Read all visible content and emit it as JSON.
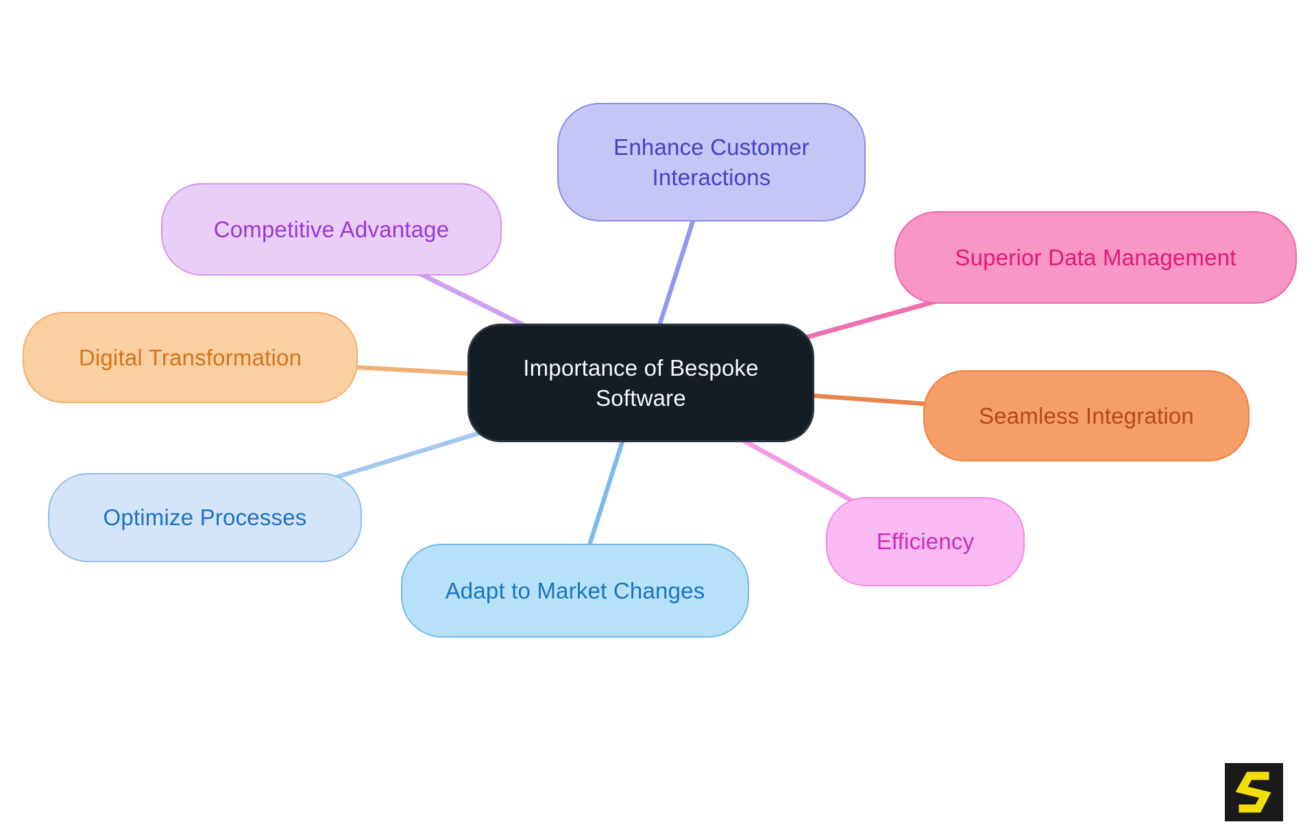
{
  "diagram": {
    "background": "#ffffff",
    "center": {
      "label": "Importance of Bespoke Software",
      "fill": "#141C26",
      "border": "#2B333D",
      "text_color": "#F7FAFC"
    },
    "branches": [
      {
        "label": "Enhance Customer Interactions",
        "fill": "#C5C6F6",
        "border": "#898BEC",
        "text_color": "#4340C8",
        "line_color": "#9496EF"
      },
      {
        "label": "Competitive Advantage",
        "fill": "#E9CFF7",
        "border": "#D293F3",
        "text_color": "#9C36D6",
        "line_color": "#CF9FF2"
      },
      {
        "label": "Digital Transformation",
        "fill": "#FBD0A1",
        "border": "#F4AD67",
        "text_color": "#D4741D",
        "line_color": "#F2B077"
      },
      {
        "label": "Optimize Processes",
        "fill": "#D5E5F9",
        "border": "#93BBEB",
        "text_color": "#1B70C8",
        "line_color": "#A5C8EF"
      },
      {
        "label": "Adapt to Market Changes",
        "fill": "#B7E1F8",
        "border": "#70B8EA",
        "text_color": "#1874BF",
        "line_color": "#7DB9EB"
      },
      {
        "label": "Efficiency",
        "fill": "#FABBF2",
        "border": "#F387E4",
        "text_color": "#CC2ABE",
        "line_color": "#F49BE6"
      },
      {
        "label": "Seamless Integration",
        "fill": "#F69E67",
        "border": "#F07E41",
        "text_color": "#B44918",
        "line_color": "#E8854E"
      },
      {
        "label": "Superior Data Management",
        "fill": "#F896C6",
        "border": "#F163AB",
        "text_color": "#E3187A",
        "line_color": "#EF6FB0"
      }
    ]
  },
  "logo": {
    "letter_name": "stylized-s",
    "bg": "#1A1A1A",
    "glyph_color": "#F2DE0A"
  }
}
